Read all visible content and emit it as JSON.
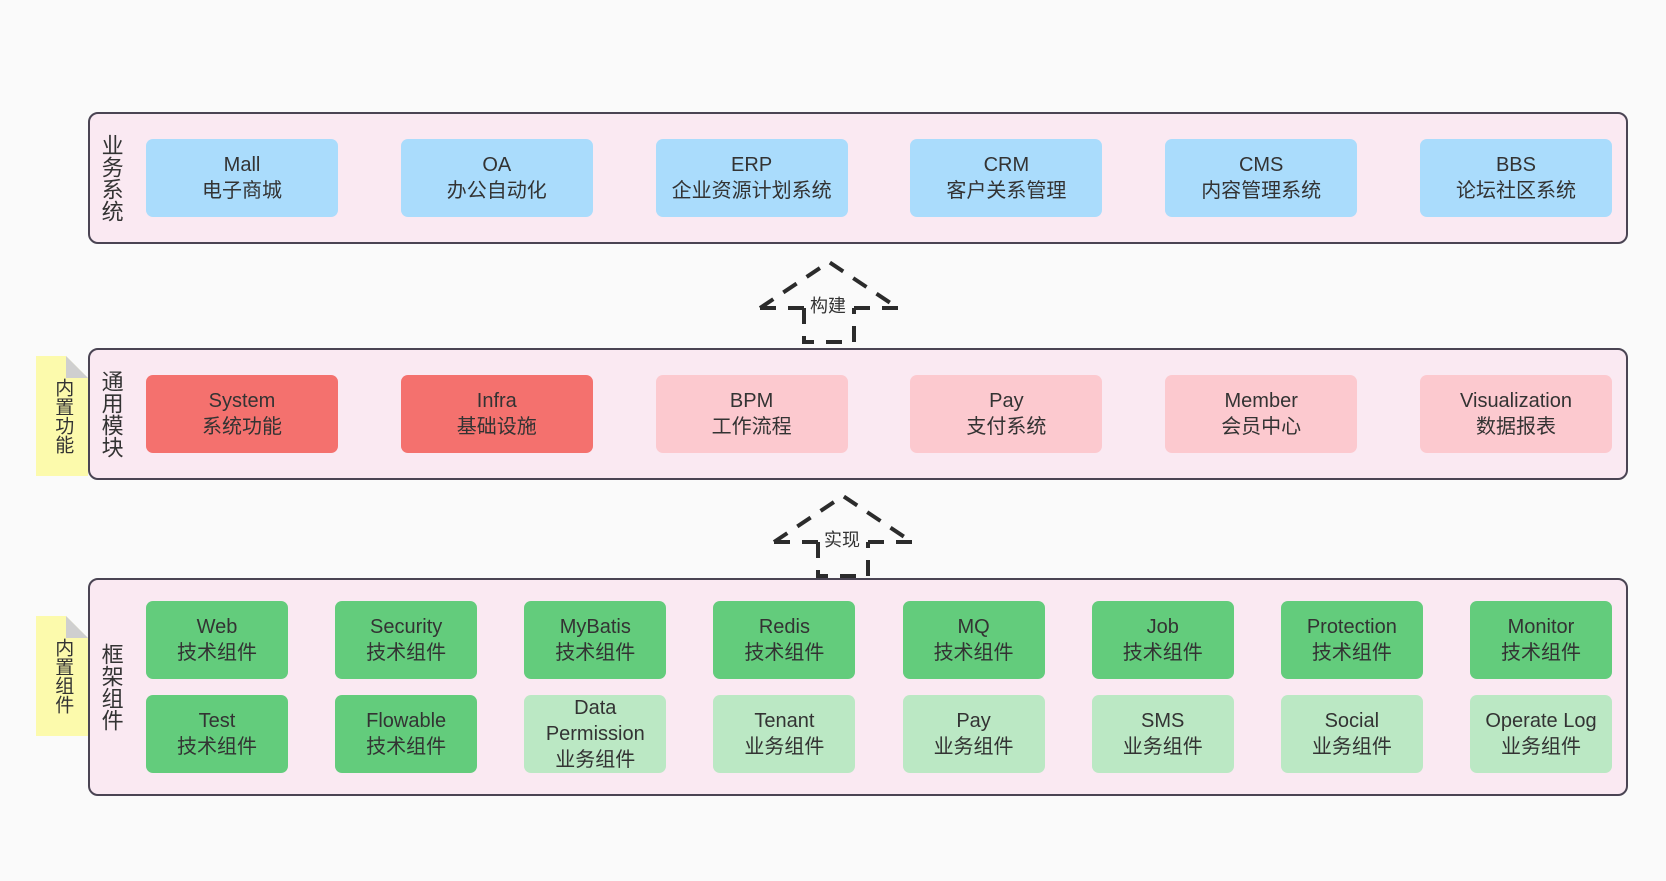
{
  "diagram": {
    "background_color": "#fafafa",
    "layer_fill": "#fae9f2",
    "layer_border": "#4a4453",
    "note_fill": "#fcfaac",
    "colors": {
      "blue": "#aadcfc",
      "red": "#f4716e",
      "pink": "#fcc9cf",
      "green": "#63cc7c",
      "mint": "#bbe8c4"
    }
  },
  "layers": [
    {
      "id": "business-system",
      "label": "业务系统",
      "rows": [
        {
          "cards": [
            {
              "title": "Mall",
              "subtitle": "电子商城",
              "color": "blue"
            },
            {
              "title": "OA",
              "subtitle": "办公自动化",
              "color": "blue"
            },
            {
              "title": "ERP",
              "subtitle": "企业资源计划系统",
              "color": "blue"
            },
            {
              "title": "CRM",
              "subtitle": "客户关系管理",
              "color": "blue"
            },
            {
              "title": "CMS",
              "subtitle": "内容管理系统",
              "color": "blue"
            },
            {
              "title": "BBS",
              "subtitle": "论坛社区系统",
              "color": "blue"
            }
          ]
        }
      ]
    },
    {
      "id": "common-module",
      "label": "通用模块",
      "note": "内置功能",
      "rows": [
        {
          "cards": [
            {
              "title": "System",
              "subtitle": "系统功能",
              "color": "red"
            },
            {
              "title": "Infra",
              "subtitle": "基础设施",
              "color": "red"
            },
            {
              "title": "BPM",
              "subtitle": "工作流程",
              "color": "pink"
            },
            {
              "title": "Pay",
              "subtitle": "支付系统",
              "color": "pink"
            },
            {
              "title": "Member",
              "subtitle": "会员中心",
              "color": "pink"
            },
            {
              "title": "Visualization",
              "subtitle": "数据报表",
              "color": "pink"
            }
          ]
        }
      ]
    },
    {
      "id": "framework-component",
      "label": "框架组件",
      "note": "内置组件",
      "rows": [
        {
          "cards": [
            {
              "title": "Web",
              "subtitle": "技术组件",
              "color": "green"
            },
            {
              "title": "Security",
              "subtitle": "技术组件",
              "color": "green"
            },
            {
              "title": "MyBatis",
              "subtitle": "技术组件",
              "color": "green"
            },
            {
              "title": "Redis",
              "subtitle": "技术组件",
              "color": "green"
            },
            {
              "title": "MQ",
              "subtitle": "技术组件",
              "color": "green"
            },
            {
              "title": "Job",
              "subtitle": "技术组件",
              "color": "green"
            },
            {
              "title": "Protection",
              "subtitle": "技术组件",
              "color": "green"
            },
            {
              "title": "Monitor",
              "subtitle": "技术组件",
              "color": "green"
            }
          ]
        },
        {
          "cards": [
            {
              "title": "Test",
              "subtitle": "技术组件",
              "color": "green"
            },
            {
              "title": "Flowable",
              "subtitle": "技术组件",
              "color": "green"
            },
            {
              "title": "Data",
              "title2": "Permission",
              "subtitle": "业务组件",
              "color": "mint"
            },
            {
              "title": "Tenant",
              "subtitle": "业务组件",
              "color": "mint"
            },
            {
              "title": "Pay",
              "subtitle": "业务组件",
              "color": "mint"
            },
            {
              "title": "SMS",
              "subtitle": "业务组件",
              "color": "mint"
            },
            {
              "title": "Social",
              "subtitle": "业务组件",
              "color": "mint"
            },
            {
              "title": "Operate Log",
              "subtitle": "业务组件",
              "color": "mint"
            }
          ]
        }
      ]
    }
  ],
  "connectors": [
    {
      "id": "build",
      "label": "构建",
      "from": "common-module",
      "to": "business-system"
    },
    {
      "id": "implement",
      "label": "实现",
      "from": "framework-component",
      "to": "common-module"
    }
  ]
}
